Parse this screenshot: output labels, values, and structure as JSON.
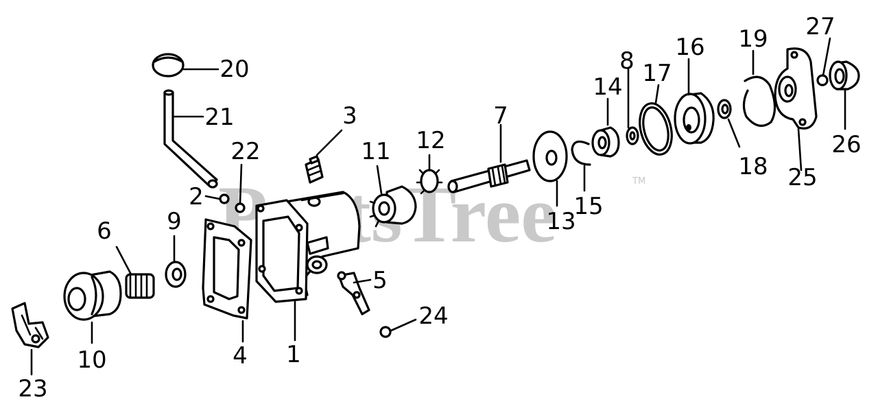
{
  "watermark": {
    "text": "PartsTree",
    "trademark": "TM"
  },
  "callouts": [
    {
      "id": "1",
      "label": "1"
    },
    {
      "id": "2",
      "label": "2"
    },
    {
      "id": "3",
      "label": "3"
    },
    {
      "id": "4",
      "label": "4"
    },
    {
      "id": "5",
      "label": "5"
    },
    {
      "id": "6",
      "label": "6"
    },
    {
      "id": "7",
      "label": "7"
    },
    {
      "id": "8",
      "label": "8"
    },
    {
      "id": "9",
      "label": "9"
    },
    {
      "id": "10",
      "label": "10"
    },
    {
      "id": "11",
      "label": "11"
    },
    {
      "id": "12",
      "label": "12"
    },
    {
      "id": "13",
      "label": "13"
    },
    {
      "id": "14",
      "label": "14"
    },
    {
      "id": "15",
      "label": "15"
    },
    {
      "id": "16",
      "label": "16"
    },
    {
      "id": "17",
      "label": "17"
    },
    {
      "id": "18",
      "label": "18"
    },
    {
      "id": "19",
      "label": "19"
    },
    {
      "id": "20",
      "label": "20"
    },
    {
      "id": "21",
      "label": "21"
    },
    {
      "id": "22",
      "label": "22"
    },
    {
      "id": "23",
      "label": "23"
    },
    {
      "id": "24",
      "label": "24"
    },
    {
      "id": "25",
      "label": "25"
    },
    {
      "id": "26",
      "label": "26"
    },
    {
      "id": "27",
      "label": "27"
    }
  ]
}
